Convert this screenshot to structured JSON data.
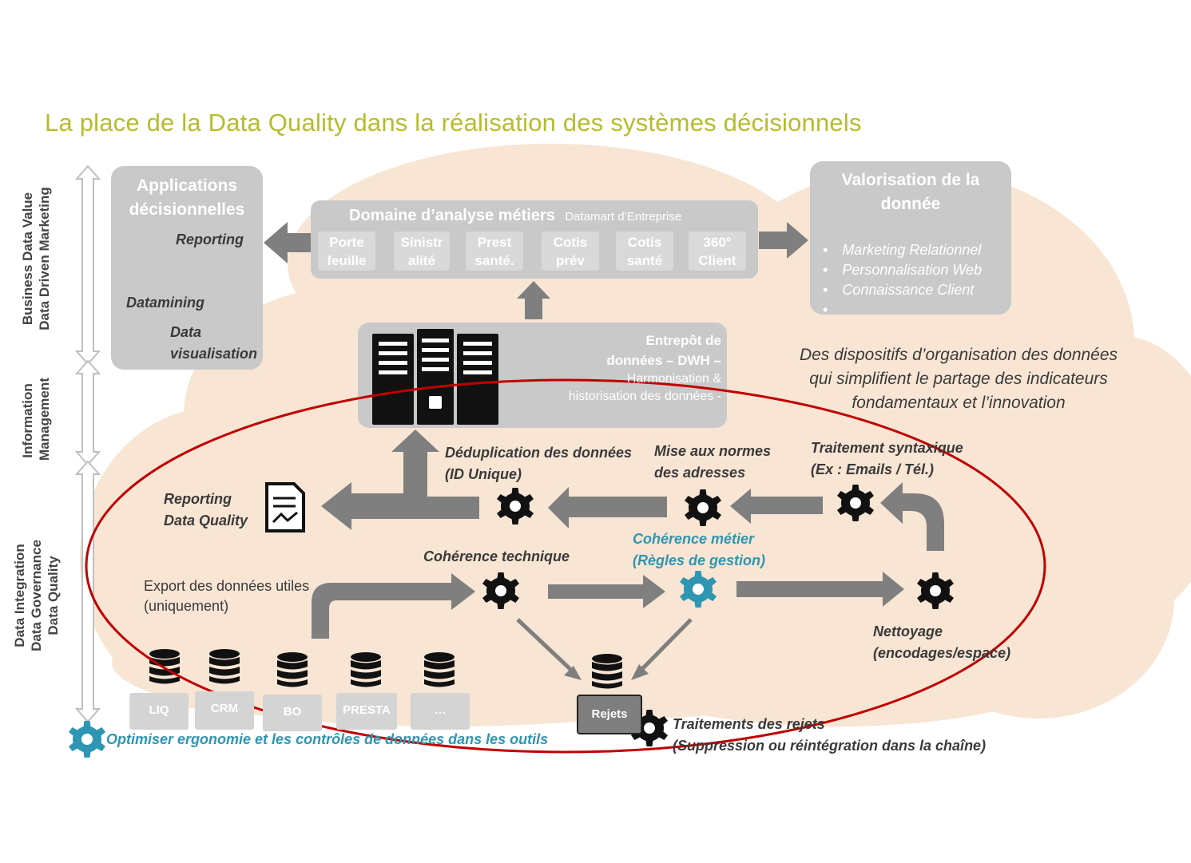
{
  "title": "La place de la Data Quality dans la réalisation des systèmes décisionnels",
  "side_labels": {
    "top": [
      "Business Data Value",
      "Data Driven Marketing"
    ],
    "middle": [
      "Information",
      "Management"
    ],
    "bottom": [
      "Data Integration",
      "Data Governance",
      "Data Quality"
    ]
  },
  "apps_box": {
    "title_line1": "Applications",
    "title_line2": "décisionnelles",
    "reporting": "Reporting",
    "datamining": "Datamining",
    "dataviz_line1": "Data",
    "dataviz_line2": "visualisation"
  },
  "domain_box": {
    "title": "Domaine d’analyse métiers",
    "subtitle": "Datamart d’Entreprise",
    "chips": [
      {
        "l1": "Porte",
        "l2": "feuille"
      },
      {
        "l1": "Sinistr",
        "l2": "alité"
      },
      {
        "l1": "Prest",
        "l2": "santé."
      },
      {
        "l1": "Cotis",
        "l2": "prév"
      },
      {
        "l1": "Cotis",
        "l2": "santé"
      },
      {
        "l1": "360°",
        "l2": "Client"
      }
    ]
  },
  "value_box": {
    "title_line1": "Valorisation de la",
    "title_line2": "donnée",
    "bullets": [
      "Marketing Relationnel",
      "Personnalisation Web",
      "Connaissance Client",
      "…"
    ]
  },
  "dwh_box": {
    "line1": "Entrepôt de",
    "line2": "données – DWH –",
    "line3": "Harmonisation &",
    "line4": "historisation  des données -"
  },
  "cloud_text": [
    "Des dispositifs d’organisation des données",
    "qui simplifient le partage des indicateurs",
    "fondamentaux et l’innovation"
  ],
  "process": {
    "dedup": [
      "Déduplication des données",
      " (ID Unique)"
    ],
    "normes": [
      "Mise aux normes",
      "des adresses"
    ],
    "syntax": [
      "Traitement syntaxique",
      "(Ex : Emails / Tél.)"
    ],
    "reporting_dq": [
      "Reporting",
      "Data Quality"
    ],
    "coherence_tech": "Cohérence technique",
    "coherence_metier": [
      "Cohérence métier",
      "(Règles de gestion)"
    ],
    "export": [
      "Export des données utiles",
      "(uniquement)"
    ],
    "nettoyage": [
      "Nettoyage",
      "(encodages/espace)"
    ],
    "rejets": "Rejets",
    "traitement_rejets": [
      "Traitements des rejets",
      "(Suppression ou réintégration dans la chaîne)"
    ],
    "optimiser": "Optimiser ergonomie et les contrôles de données dans les outils"
  },
  "sources": [
    "LIQ",
    "CRM",
    "BO",
    "PRESTA",
    "…"
  ],
  "colors": {
    "title": "#b5bd2a",
    "cloud": "#f8e5d3",
    "box_gray": "#c9c9c9",
    "arrow_gray": "#7f7f7f",
    "ellipse_red": "#c00000",
    "teal": "#2e96b3"
  }
}
